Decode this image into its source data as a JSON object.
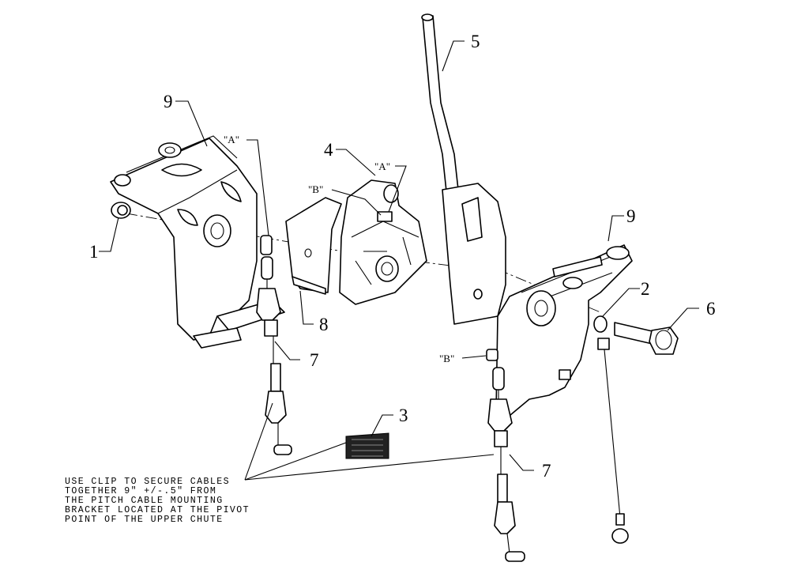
{
  "callouts": {
    "c1": "1",
    "c2": "2",
    "c3": "3",
    "c4": "4",
    "c5": "5",
    "c6": "6",
    "c7a": "7",
    "c7b": "7",
    "c8": "8",
    "c9a": "9",
    "c9b": "9"
  },
  "labels": {
    "a_left": "\"A\"",
    "a_right": "\"A\"",
    "b_left": "\"B\"",
    "b_right": "\"B\""
  },
  "note": {
    "lines": [
      "USE CLIP TO SECURE CABLES",
      "TOGETHER 9\" +/-.5\" FROM",
      "THE PITCH CABLE MOUNTING",
      "BRACKET LOCATED AT THE PIVOT",
      "POINT OF THE UPPER CHUTE"
    ]
  }
}
